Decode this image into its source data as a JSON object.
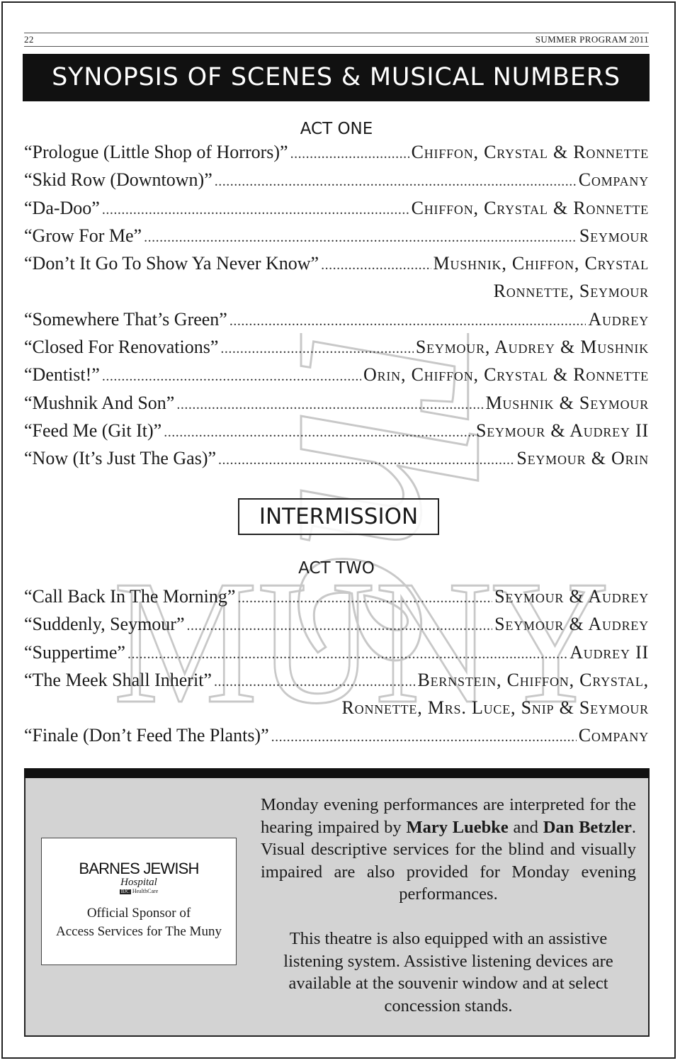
{
  "header": {
    "page_number": "22",
    "publication": "SUMMER PROGRAM 2011"
  },
  "banner": {
    "title": "SYNOPSIS OF SCENES & MUSICAL NUMBERS"
  },
  "act_one": {
    "title": "ACT ONE",
    "numbers": [
      {
        "song": "“Prologue (Little Shop of Horrors)”",
        "cast": "Chiffon, Crystal & Ronnette"
      },
      {
        "song": "“Skid Row (Downtown)”",
        "cast": "Company"
      },
      {
        "song": "“Da-Doo”",
        "cast": "Chiffon, Crystal & Ronnette"
      },
      {
        "song": "“Grow For Me”",
        "cast": "Seymour"
      },
      {
        "song": "“Don’t It Go To Show Ya Never Know”",
        "cast": "Mushnik, Chiffon, Crystal",
        "cast_continued": "Ronnette, Seymour"
      },
      {
        "song": "“Somewhere That’s Green”",
        "cast": "Audrey"
      },
      {
        "song": "“Closed For Renovations”",
        "cast": "Seymour, Audrey & Mushnik"
      },
      {
        "song": "“Dentist!”",
        "cast": "Orin, Chiffon, Crystal & Ronnette"
      },
      {
        "song": "“Mushnik And Son”",
        "cast": "Mushnik & Seymour"
      },
      {
        "song": "“Feed Me (Git It)”",
        "cast": "Seymour & Audrey II"
      },
      {
        "song": "“Now (It’s Just The Gas)”",
        "cast": "Seymour & Orin"
      }
    ]
  },
  "intermission": {
    "label": "INTERMISSION"
  },
  "act_two": {
    "title": "ACT TWO",
    "numbers": [
      {
        "song": "“Call Back In The Morning”",
        "cast": "Seymour & Audrey"
      },
      {
        "song": "“Suddenly, Seymour”",
        "cast": "Seymour & Audrey"
      },
      {
        "song": "“Suppertime”",
        "cast": "Audrey II"
      },
      {
        "song": "“The Meek Shall Inherit”",
        "cast": "Bernstein, Chiffon, Crystal,",
        "cast_continued": "Ronnette, Mrs. Luce, Snip & Seymour"
      },
      {
        "song": "“Finale (Don’t Feed The Plants)”",
        "cast": "Company"
      }
    ]
  },
  "watermark": {
    "line1": "The",
    "line2": "MUNY"
  },
  "sponsor": {
    "logo_main": "BARNES JEWISH",
    "logo_sub": "Hospital",
    "logo_mark": "BJC",
    "logo_healthcare": "HealthCare",
    "line1": "Official Sponsor of",
    "line2": "Access Services for The Muny"
  },
  "accessibility": {
    "p1_part1": "Monday evening performances are interpreted for the hearing impaired by ",
    "interpreter1": "Mary Luebke",
    "p1_and": " and ",
    "interpreter2": "Dan Betzler",
    "p1_part2": ". Visual descriptive services for the blind and visually impaired are also provided for Monday evening performances.",
    "p2": "This theatre is also equipped with an assistive listening system. Assistive listening devices are available at the souvenir window and at select concession stands."
  }
}
